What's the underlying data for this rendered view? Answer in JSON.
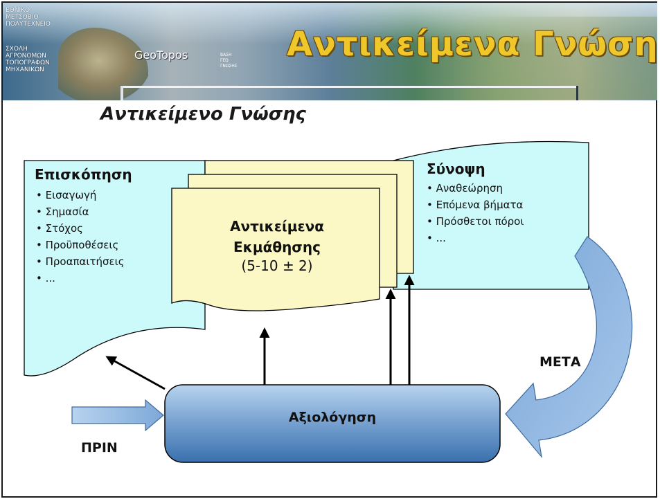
{
  "banner": {
    "university": [
      "ΕΘΝΙΚΟ",
      "ΜΕΤΣΟΒΙΟ",
      "ΠΟΛΥΤΕΧΝΕΙΟ"
    ],
    "school": [
      "ΣΧΟΛΗ",
      "ΑΓΡΟΝΟΜΩΝ",
      "ΤΟΠΟΓΡΑΦΩΝ",
      "ΜΗΧΑΝΙΚΩΝ"
    ],
    "logo_text": "GeoTopos",
    "base_label": [
      "ΒΑΣΗ",
      "ΓΕΩ",
      "ΓΝΩΣΗΣ"
    ],
    "title": "Αντικείμενα Γνώσης"
  },
  "slide_title": "Αντικείμενο Γνώσης",
  "overview": {
    "header": "Επισκόπηση",
    "items": [
      "• Εισαγωγή",
      "• Σημασία",
      "• Στόχος",
      "• Προϋποθέσεις",
      "• Προαπαιτήσεις",
      "• ..."
    ]
  },
  "summary": {
    "header": "Σύνοψη",
    "items": [
      "• Αναθεώρηση",
      "• Επόμενα βήματα",
      "• Πρόσθετοι πόροι",
      "• ..."
    ]
  },
  "learning_objects": {
    "line1": "Αντικείμενα",
    "line2": "Εκμάθησης",
    "line3": "(5-10 ± 2)"
  },
  "assessment": {
    "label": "Αξιολόγηση"
  },
  "before_label": "ΠΡΙΝ",
  "after_label": "ΜΕΤΑ",
  "colors": {
    "cyan_doc": "#ccf9fa",
    "yellow_page": "#fbf8c5",
    "assessment_top": "#a9c9ea",
    "assessment_bottom": "#3a70ad",
    "title_gold": "#f0c72a"
  }
}
